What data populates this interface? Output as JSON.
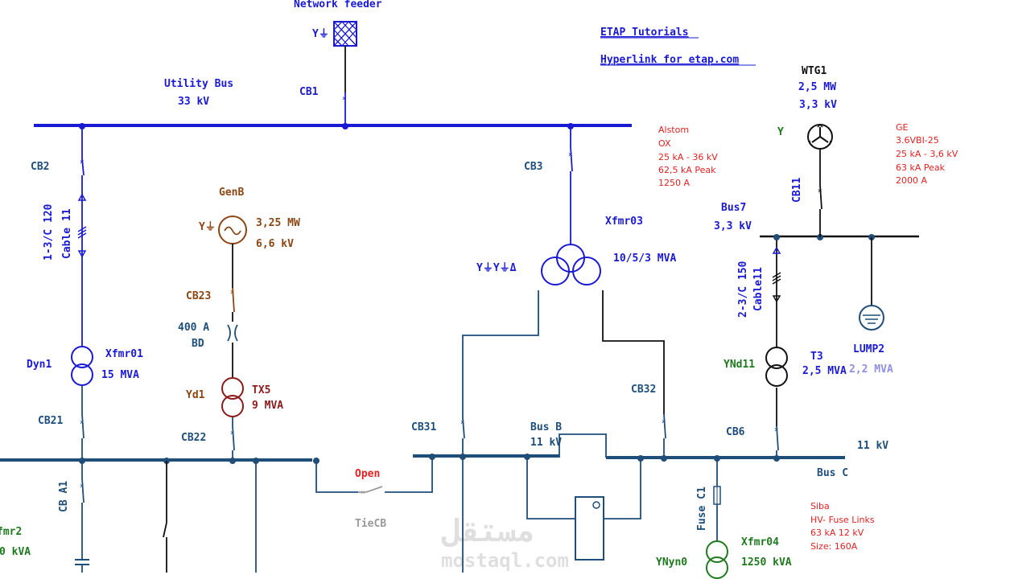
{
  "colors": {
    "blue": "#1a1ad4",
    "navy": "#1f4e79",
    "brown": "#8b4513",
    "darkred": "#8b1a1a",
    "green": "#1f7a1f",
    "red": "#e32222",
    "black": "#111111",
    "grey": "#9a9a9a"
  },
  "header": {
    "network_feeder": "Network feeder",
    "feeder_symbol": "Y⏚",
    "link_tutorials": "ETAP Tutorials",
    "link_etap": "Hyperlink for etap.com"
  },
  "utility_bus": {
    "name": "Utility Bus",
    "voltage": "33 kV"
  },
  "breakers": {
    "cb1": "CB1",
    "cb2": "CB2",
    "cb3": "CB3",
    "cb11": "CB11",
    "cb23": "CB23",
    "cb21": "CB21",
    "cb22": "CB22",
    "cb31": "CB31",
    "cb32": "CB32",
    "cb6": "CB6",
    "cba1": "CB A1",
    "tiecb": "TieCB",
    "tie_status": "Open"
  },
  "cable11": {
    "size": "1-3/C 120",
    "name": "Cable 11"
  },
  "cable11_b": {
    "size": "2-3/C 150",
    "name": "Cable11"
  },
  "genb": {
    "name": "GenB",
    "symbol": "Y⏚",
    "power": "3,25 MW",
    "voltage": "6,6 kV"
  },
  "reactor": {
    "rating": "400 A",
    "name": "BD"
  },
  "tx5": {
    "name": "TX5",
    "rating": "9 MVA",
    "vector": "Yd1"
  },
  "xfmr01": {
    "name": "Xfmr01",
    "rating": "15 MVA",
    "vector": "Dyn1"
  },
  "xfmr03": {
    "name": "Xfmr03",
    "rating": "10/5/3 MVA",
    "vector": "Y⏚Y⏚Δ"
  },
  "wtg1": {
    "name": "WTG1",
    "power": "2,5 MW",
    "voltage": "3,3 kV",
    "symbol": "Y"
  },
  "bus7": {
    "name": "Bus7",
    "voltage": "3,3 kV"
  },
  "t3": {
    "name": "T3",
    "rating": "2,5 MVA",
    "vector": "YNd11"
  },
  "lump2": {
    "name": "LUMP2",
    "rating": "2,2 MVA"
  },
  "bus_b": {
    "name": "Bus B",
    "voltage": "11 kV"
  },
  "bus_c": {
    "name": "Bus C",
    "voltage": "11 kV"
  },
  "fuse": {
    "name": "Fuse C1"
  },
  "xfmr04": {
    "name": "Xfmr04",
    "rating": "1250 kVA",
    "vector": "YNyn0"
  },
  "xfmr2": {
    "name": "fmr2",
    "rating": "0 kVA"
  },
  "alstom_note": [
    "Alstom",
    "OX",
    "25  kA  -  36  kV",
    "62,5  kA  Peak",
    "1250  A"
  ],
  "ge_note": [
    "GE",
    "3.6VBI-25",
    "25  kA  -  3,6  kV",
    "63  kA  Peak",
    "2000  A"
  ],
  "siba_note": [
    "Siba",
    "HV- Fuse Links",
    "63    kA  12  kV",
    "Size:  160A"
  ],
  "watermark": {
    "arabic": "مستقل",
    "latin": "mostaql.com"
  }
}
